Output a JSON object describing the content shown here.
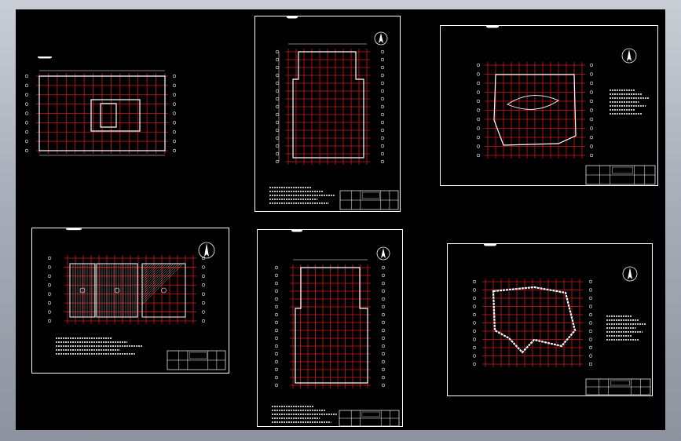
{
  "viewport": {
    "background": "#000000",
    "frame": "#ffffff"
  },
  "colors": {
    "grid": "#d11a1a",
    "line": "#ffffff",
    "wall": "#ffffff",
    "hatch": "#cfcfcf"
  },
  "sheets": [
    {
      "id": "sheet-1",
      "north_arrow": false,
      "title_block": false,
      "notes": false,
      "hatch": false
    },
    {
      "id": "sheet-2",
      "north_arrow": true,
      "title_block": true,
      "notes": true,
      "hatch": false
    },
    {
      "id": "sheet-3",
      "north_arrow": true,
      "title_block": true,
      "notes": true,
      "hatch": false
    },
    {
      "id": "sheet-4",
      "north_arrow": true,
      "title_block": true,
      "notes": true,
      "hatch": true
    },
    {
      "id": "sheet-5",
      "north_arrow": true,
      "title_block": true,
      "notes": true,
      "hatch": false
    },
    {
      "id": "sheet-6",
      "north_arrow": true,
      "title_block": true,
      "notes": true,
      "hatch": false
    }
  ],
  "icons": {
    "north": "north-arrow-icon",
    "axis": "axis-bubble-icon"
  }
}
